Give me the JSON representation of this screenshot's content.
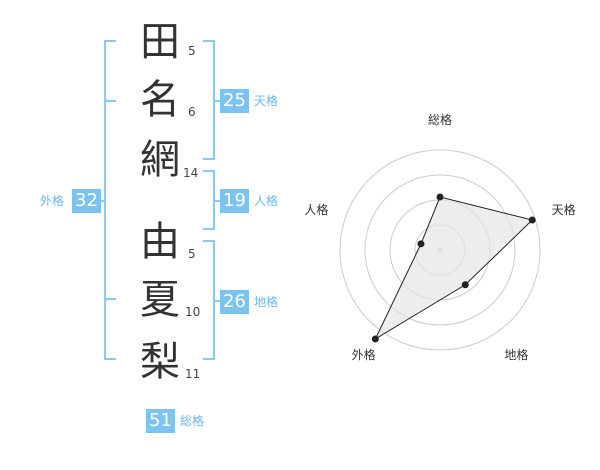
{
  "name": {
    "chars": [
      {
        "char": "田",
        "strokes": "5"
      },
      {
        "char": "名",
        "strokes": "6"
      },
      {
        "char": "網",
        "strokes": "14"
      },
      {
        "char": "由",
        "strokes": "5"
      },
      {
        "char": "夏",
        "strokes": "10"
      },
      {
        "char": "梨",
        "strokes": "11"
      }
    ]
  },
  "kaku": {
    "tenkaku": {
      "value": "25",
      "label": "天格"
    },
    "jinkaku": {
      "value": "19",
      "label": "人格"
    },
    "chikaku": {
      "value": "26",
      "label": "地格"
    },
    "gaikaku": {
      "value": "32",
      "label": "外格"
    },
    "soukaku": {
      "value": "51",
      "label": "総格"
    }
  },
  "chart_data": {
    "type": "radar",
    "axes": [
      "総格",
      "天格",
      "地格",
      "外格",
      "人格"
    ],
    "values": [
      0.53,
      0.97,
      0.43,
      1.1,
      0.2
    ],
    "rings": 4,
    "colors": {
      "ring": "#cccccc",
      "fill": "#e6e6e6",
      "line": "#222222",
      "point": "#222222",
      "center": "#cccccc"
    }
  }
}
